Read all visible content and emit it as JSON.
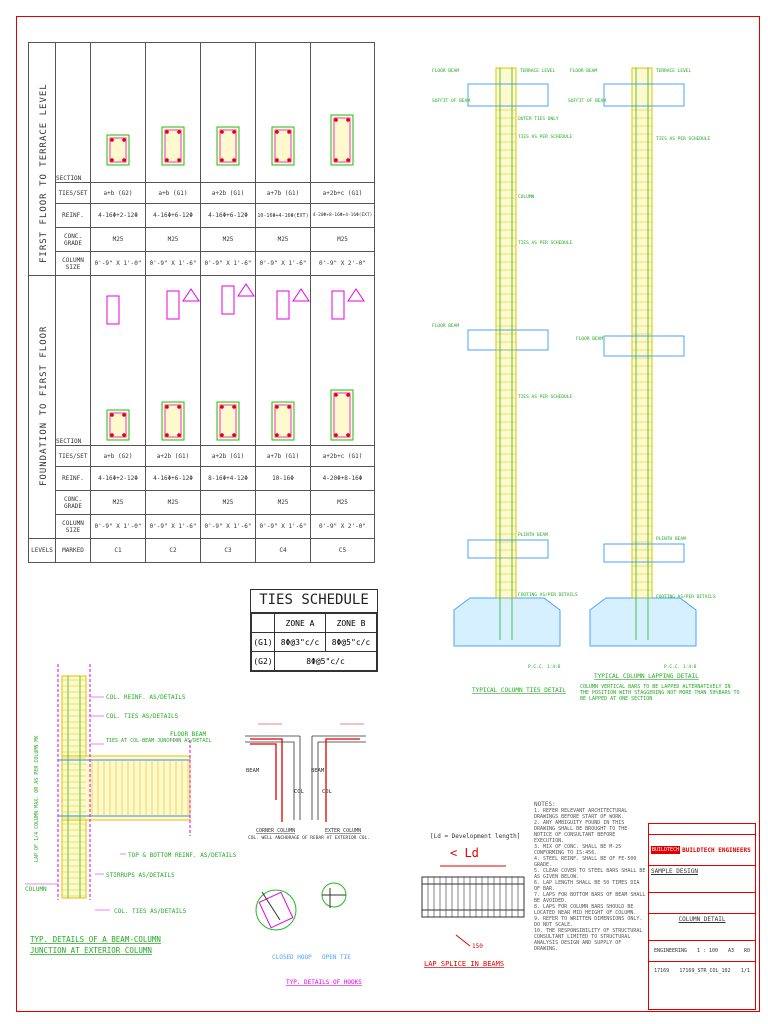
{
  "schedule": {
    "ff_label": "FIRST FLOOR TO TERRACE LEVEL",
    "fd_label": "FOUNDATION TO FIRST FLOOR",
    "rows": {
      "section": "SECTION",
      "ties": "TIES/SET",
      "reinf": "REINF.",
      "grade": "CONC. GRADE",
      "size": "COLUMN SIZE",
      "levels": "LEVELS",
      "marked": "MARKED"
    },
    "ff_ties": [
      "a+b  (G2)",
      "a+b  (G1)",
      "a+2b  (G1)",
      "a+7b  (G1)",
      "a+2b+c  (G1)"
    ],
    "ff_reinf": [
      "4-16Φ+2-12Φ",
      "4-16Φ+6-12Φ",
      "4-16Φ+6-12Φ",
      "10-16Φ+4-16Φ(EXT)",
      "4-20Φ+8-16Φ+4-16Φ(EXT)"
    ],
    "ff_grade": [
      "M25",
      "M25",
      "M25",
      "M25",
      "M25"
    ],
    "ff_size": [
      "0'-9\" X 1'-0\"",
      "0'-9\" X 1'-6\"",
      "0'-9\" X 1'-6\"",
      "0'-9\" X 1'-6\"",
      "0'-9\" X 2'-0\""
    ],
    "fd_ties": [
      "a+b  (G2)",
      "a+2b  (G1)",
      "a+2b  (G1)",
      "a+7b  (G1)",
      "a+2b+c  (G1)"
    ],
    "fd_reinf": [
      "4-16Φ+2-12Φ",
      "4-16Φ+6-12Φ",
      "8-16Φ+4-12Φ",
      "10-16Φ",
      "4-20Φ+8-16Φ"
    ],
    "fd_grade": [
      "M25",
      "M25",
      "M25",
      "M25",
      "M25"
    ],
    "fd_size": [
      "0'-9\" X 1'-0\"",
      "0'-9\" X 1'-6\"",
      "0'-9\" X 1'-6\"",
      "0'-9\" X 1'-6\"",
      "0'-9\" X 2'-0\""
    ],
    "marks": [
      "C1",
      "C2",
      "C3",
      "C4",
      "C5"
    ]
  },
  "ties_schedule": {
    "title": "TIES SCHEDULE",
    "zone_a": "ZONE A",
    "zone_b": "ZONE B",
    "g1": "(G1)",
    "g2": "(G2)",
    "g1_a": "8Φ@3\"c/c",
    "g1_b": "8Φ@5\"c/c",
    "g2_ab": "8Φ@5\"c/c"
  },
  "beam_column": {
    "title1": "TYP. DETAILS OF A BEAM-COLUMN",
    "title2": "JUNCTION AT EXTERIOR COLUMN",
    "l1": "COL. REINF. AS/DETAILS",
    "l2": "COL. TIES AS/DETAILS",
    "l3": "TIES AT COL-BEAM JUNCTION AS/DETAIL",
    "l4": "FLOOR BEAM",
    "l5": "TOP & BOTTOM REINF. AS/DETAILS",
    "l6": "STIRRUPS AS/DETAILS",
    "l7": "COLUMN",
    "l8": "COL. TIES AS/DETAILS",
    "vert": "LAP OF 1/4 COLUMN MAX. OR AS PER COLUMN MK"
  },
  "corner": {
    "beam": "BEAM",
    "col": "COL",
    "cap1": "CORNER COLUMN",
    "cap2": "EXTER COLUMN",
    "cap3": "COL. WELL ANCHORAGE OF REBAR AT EXTERIOR COL."
  },
  "hooks": {
    "closed": "CLOSED HOOP",
    "open": "OPEN TIE",
    "title": "TYP. DETAILS OF HOOKS"
  },
  "lap": {
    "ld_note": "[Ld = Development length]",
    "ld": "< Ld",
    "dim": "150",
    "title": "LAP SPLICE IN BEAMS"
  },
  "elevation": {
    "left_title": "TYPICAL COLUMN TIES DETAIL",
    "right_title": "TYPICAL COLUMN LAPPING DETAIL",
    "right_note": "COLUMN VERTICAL BARS TO BE LAPPED ALTERNATIVELY IN THE POSITION WITH STAGGERING NOT MORE THAN 50%BARS TO BE LAPPED AT ONE SECTION",
    "floor_beam": "FLOOR BEAM",
    "terrace": "TERRACE LEVEL",
    "soffit": "SOFFIT OF BEAM",
    "ties_only": "OUTER TIES ONLY",
    "ties_sched": "TIES AS PER SCHEDULE",
    "column": "COLUMN",
    "plinth": "PLINTH BEAM",
    "footing": "FOOTING AS/PER DETAILS",
    "pcc": "P.C.C. 1:4:8"
  },
  "notes": {
    "title": "NOTES:",
    "lines": [
      "1. REFER RELEVANT ARCHITECTURAL DRAWINGS BEFORE START OF WORK.",
      "2. ANY AMBIGUITY FOUND IN THIS DRAWING SHALL BE BROUGHT TO THE NOTICE OF CONSULTANT BEFORE EXECUTION.",
      "3. MIX OF CONC. SHALL BE M-25 CONFORMING TO IS:456.",
      "4. STEEL REINF. SHALL BE OF FE-500 GRADE.",
      "5. CLEAR COVER TO STEEL BARS SHALL BE AS GIVEN BELOW.",
      "6. LAP LENGTH SHALL BE 50 TIMES DIA OF BAR.",
      "7. LAPS FOR BOTTOM BARS OF BEAM SHALL BE AVOIDED.",
      "8. LAPS FOR COLUMN BARS SHOULD BE LOCATED NEAR MID HEIGHT OF COLUMN.",
      "9. REFER TO WRITTEN DIMENSIONS ONLY. DO NOT SCALE.",
      "10. THE RESPONSIBILITY OF STRUCTURAL CONSULTANT LIMITED TO STRUCTURAL ANALYSIS DESIGN AND SUPPLY OF DRAWING."
    ]
  },
  "title_block": {
    "company": "BUILDTECH ENGINEERS",
    "logo": "BUILDTECH",
    "project": "SAMPLE DESIGN",
    "drawing_title": "COLUMN DETAIL",
    "scale": "1 : 100",
    "size": "A3",
    "rev": "R0",
    "dept": "ENGINEERING",
    "job": "17169",
    "drawing_no": "17169_STR_COL_102",
    "sheet": "1/1"
  }
}
